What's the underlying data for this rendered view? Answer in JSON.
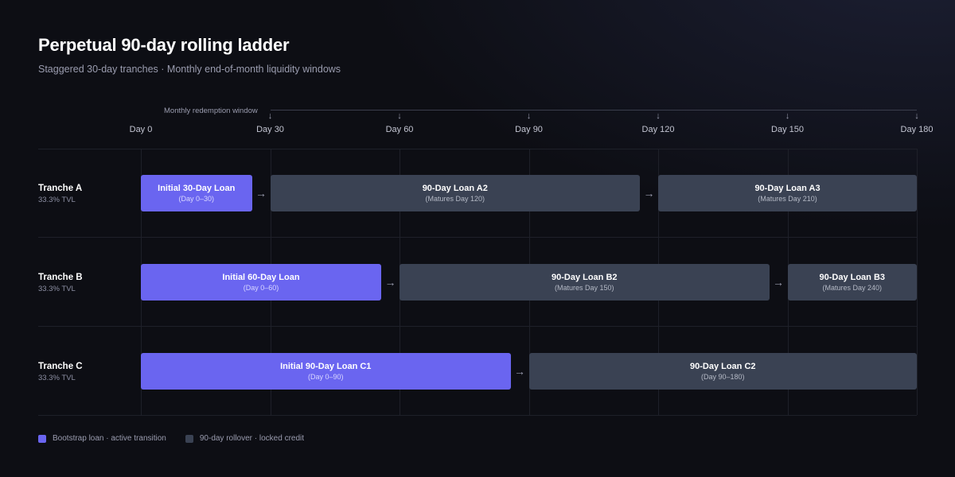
{
  "title": "Perpetual 90-day rolling ladder",
  "subtitle": "Staggered 30-day tranches · Monthly end-of-month liquidity windows",
  "redemption_label": "Monthly redemption window",
  "redemption_arrow": "↓",
  "link_arrow": "→",
  "axis": {
    "min": 0,
    "max": 180,
    "ticks": [
      {
        "value": 0,
        "label": "Day 0"
      },
      {
        "value": 30,
        "label": "Day 30"
      },
      {
        "value": 60,
        "label": "Day 60"
      },
      {
        "value": 90,
        "label": "Day 90"
      },
      {
        "value": 120,
        "label": "Day 120"
      },
      {
        "value": 150,
        "label": "Day 150"
      },
      {
        "value": 180,
        "label": "Day 180"
      }
    ],
    "redemption_windows": [
      30,
      60,
      90,
      120,
      150,
      180
    ]
  },
  "colors": {
    "bootstrap": "#6a65f0",
    "rollover": "#3a4253"
  },
  "tranches": [
    {
      "name": "Tranche A",
      "share": "33.3% TVL",
      "bars": [
        {
          "label": "Initial 30-Day Loan",
          "sub": "(Day 0–30)",
          "start": 0,
          "end": 30,
          "kind": "bootstrap"
        },
        {
          "label": "90-Day Loan A2",
          "sub": "(Matures Day 120)",
          "start": 30,
          "end": 120,
          "kind": "rollover"
        },
        {
          "label": "90-Day Loan A3",
          "sub": "(Matures Day 210)",
          "start": 120,
          "end": 180,
          "kind": "rollover"
        }
      ]
    },
    {
      "name": "Tranche B",
      "share": "33.3% TVL",
      "bars": [
        {
          "label": "Initial 60-Day Loan",
          "sub": "(Day 0–60)",
          "start": 0,
          "end": 60,
          "kind": "bootstrap"
        },
        {
          "label": "90-Day Loan B2",
          "sub": "(Matures Day 150)",
          "start": 60,
          "end": 150,
          "kind": "rollover"
        },
        {
          "label": "90-Day Loan B3",
          "sub": "(Matures Day 240)",
          "start": 150,
          "end": 180,
          "kind": "rollover"
        }
      ]
    },
    {
      "name": "Tranche C",
      "share": "33.3% TVL",
      "bars": [
        {
          "label": "Initial 90-Day Loan C1",
          "sub": "(Day 0–90)",
          "start": 0,
          "end": 90,
          "kind": "bootstrap"
        },
        {
          "label": "90-Day Loan C2",
          "sub": "(Day 90–180)",
          "start": 90,
          "end": 180,
          "kind": "rollover"
        }
      ]
    }
  ],
  "legend": [
    {
      "label": "Bootstrap loan · active transition",
      "kind": "bootstrap"
    },
    {
      "label": "90-day rollover · locked credit",
      "kind": "rollover"
    }
  ]
}
